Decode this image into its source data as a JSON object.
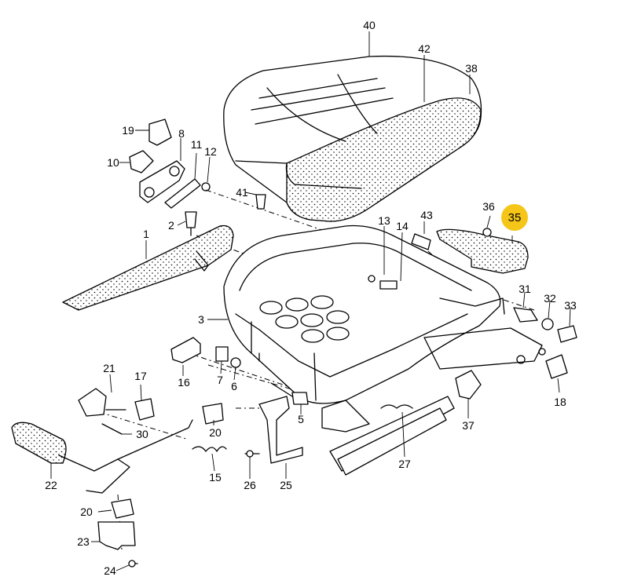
{
  "diagram": {
    "highlight_color": "#f5c518",
    "highlighted_part": "35",
    "callouts": [
      {
        "id": "c40",
        "text": "40"
      },
      {
        "id": "c42",
        "text": "42"
      },
      {
        "id": "c38",
        "text": "38"
      },
      {
        "id": "c19",
        "text": "19"
      },
      {
        "id": "c8",
        "text": "8"
      },
      {
        "id": "c11",
        "text": "11"
      },
      {
        "id": "c12",
        "text": "12"
      },
      {
        "id": "c10",
        "text": "10"
      },
      {
        "id": "c41",
        "text": "41"
      },
      {
        "id": "c2",
        "text": "2"
      },
      {
        "id": "c1",
        "text": "1"
      },
      {
        "id": "c13",
        "text": "13"
      },
      {
        "id": "c14",
        "text": "14"
      },
      {
        "id": "c43",
        "text": "43"
      },
      {
        "id": "c36",
        "text": "36"
      },
      {
        "id": "c35",
        "text": "35"
      },
      {
        "id": "c3",
        "text": "3"
      },
      {
        "id": "c31",
        "text": "31"
      },
      {
        "id": "c32",
        "text": "32"
      },
      {
        "id": "c33",
        "text": "33"
      },
      {
        "id": "c21",
        "text": "21"
      },
      {
        "id": "c17",
        "text": "17"
      },
      {
        "id": "c16",
        "text": "16"
      },
      {
        "id": "c7",
        "text": "7"
      },
      {
        "id": "c6",
        "text": "6"
      },
      {
        "id": "c5",
        "text": "5"
      },
      {
        "id": "c18",
        "text": "18"
      },
      {
        "id": "c37",
        "text": "37"
      },
      {
        "id": "c30",
        "text": "30"
      },
      {
        "id": "c20a",
        "text": "20"
      },
      {
        "id": "c22",
        "text": "22"
      },
      {
        "id": "c15",
        "text": "15"
      },
      {
        "id": "c26",
        "text": "26"
      },
      {
        "id": "c25",
        "text": "25"
      },
      {
        "id": "c27",
        "text": "27"
      },
      {
        "id": "c20b",
        "text": "20"
      },
      {
        "id": "c23",
        "text": "23"
      },
      {
        "id": "c24",
        "text": "24"
      }
    ]
  }
}
